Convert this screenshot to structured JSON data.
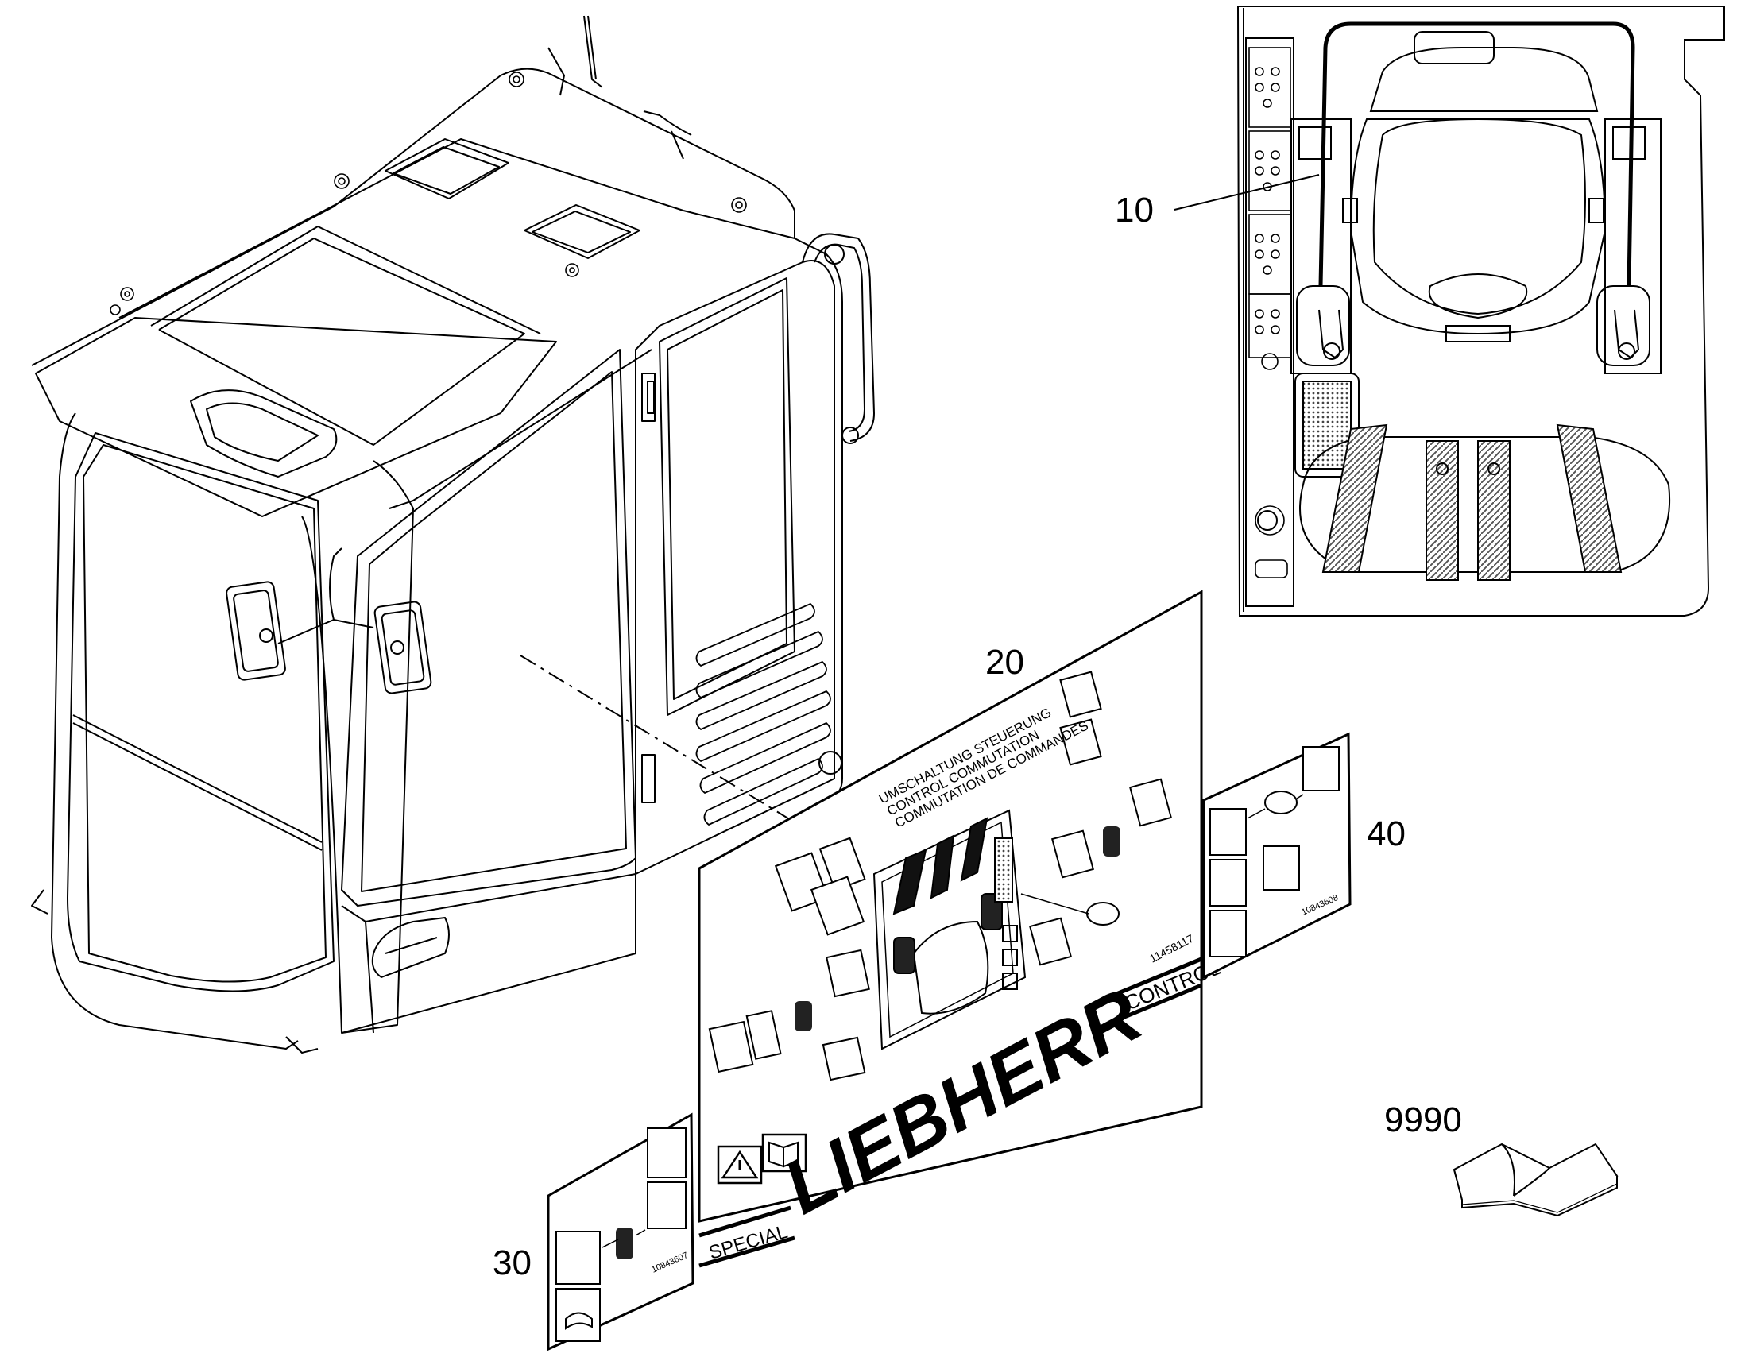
{
  "callouts": {
    "item_10": "10",
    "item_20": "20",
    "item_30": "30",
    "item_40": "40",
    "item_9990": "9990"
  },
  "decal_20": {
    "title_lines": [
      "UMSCHALTUNG STEUERUNG",
      "CONTROL COMMUTATION",
      "COMMUTATION DE COMMANDES"
    ],
    "part_number": "11458117",
    "brand": "LIEBHERR",
    "special_label": "SPECIAL",
    "control_label": "CONTROL"
  },
  "decal_30": {
    "part_number": "10843607"
  },
  "decal_40": {
    "part_number": "10843608"
  },
  "colors": {
    "line": "#000000",
    "background": "#ffffff",
    "hatch": "#555555"
  },
  "icons": [
    "warning-triangle-icon",
    "manual-book-icon",
    "joystick-icon",
    "horn-icon",
    "switch-icon",
    "operator-manual-book-icon"
  ]
}
